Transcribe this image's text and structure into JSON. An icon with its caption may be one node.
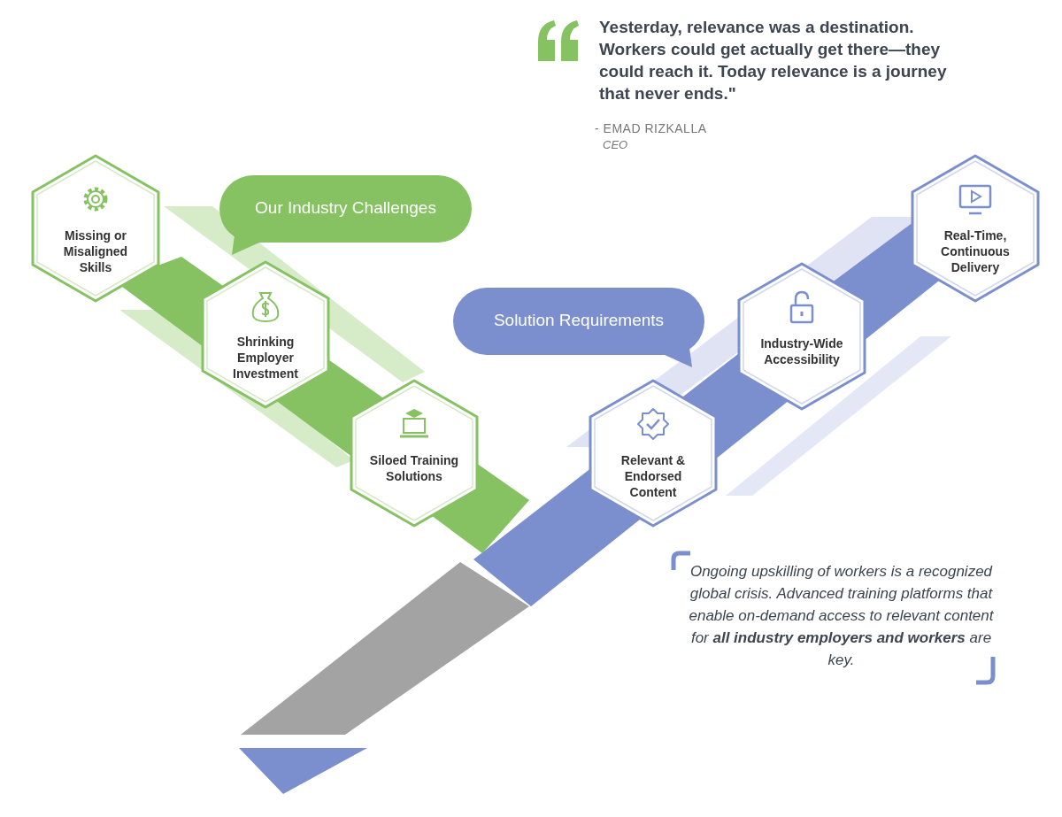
{
  "diagram": {
    "nodes": [
      {
        "text": [
          "Missing or Misaligned Skills"
        ]
      },
      {
        "text": [
          "Our Industry Challenges"
        ]
      },
      {
        "text": [
          "Shrinking Employer Investment"
        ]
      },
      {
        "text": [
          "Siloed Training Solutions"
        ]
      },
      {
        "text": [
          "Solution Requirements"
        ]
      },
      {
        "text": [
          "Relevant & Endorsed Content"
        ]
      },
      {
        "text": [
          "Industry-Wide Accessibility"
        ]
      },
      {
        "text": [
          "Real-Time, Continuous Delivery"
        ]
      }
    ],
    "labels": [
      "Yesterday, relevance was a destination. Workers could get actually get there—they could reach it. Today relevance is a journey that never ends.\"",
      "- EMAD RIZKALLA",
      "CEO",
      "Ongoing upskilling of workers is a recognized global crisis. Advanced training platforms that enable on-demand access to relevant content for **all industry employers and workers** are key."
    ]
  }
}
